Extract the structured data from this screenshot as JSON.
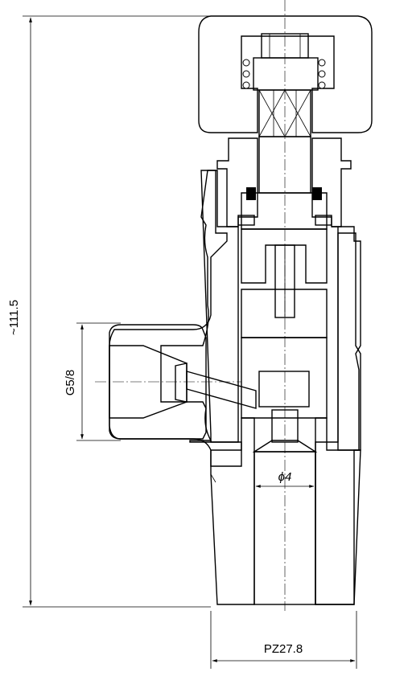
{
  "dimensions": {
    "height_label": "~111.5",
    "thread_label": "G5/8",
    "diameter_label": "ϕ4",
    "taper_label": "PZ27.8"
  },
  "colors": {
    "line": "#000000",
    "background": "#ffffff",
    "seal": "#000000"
  }
}
